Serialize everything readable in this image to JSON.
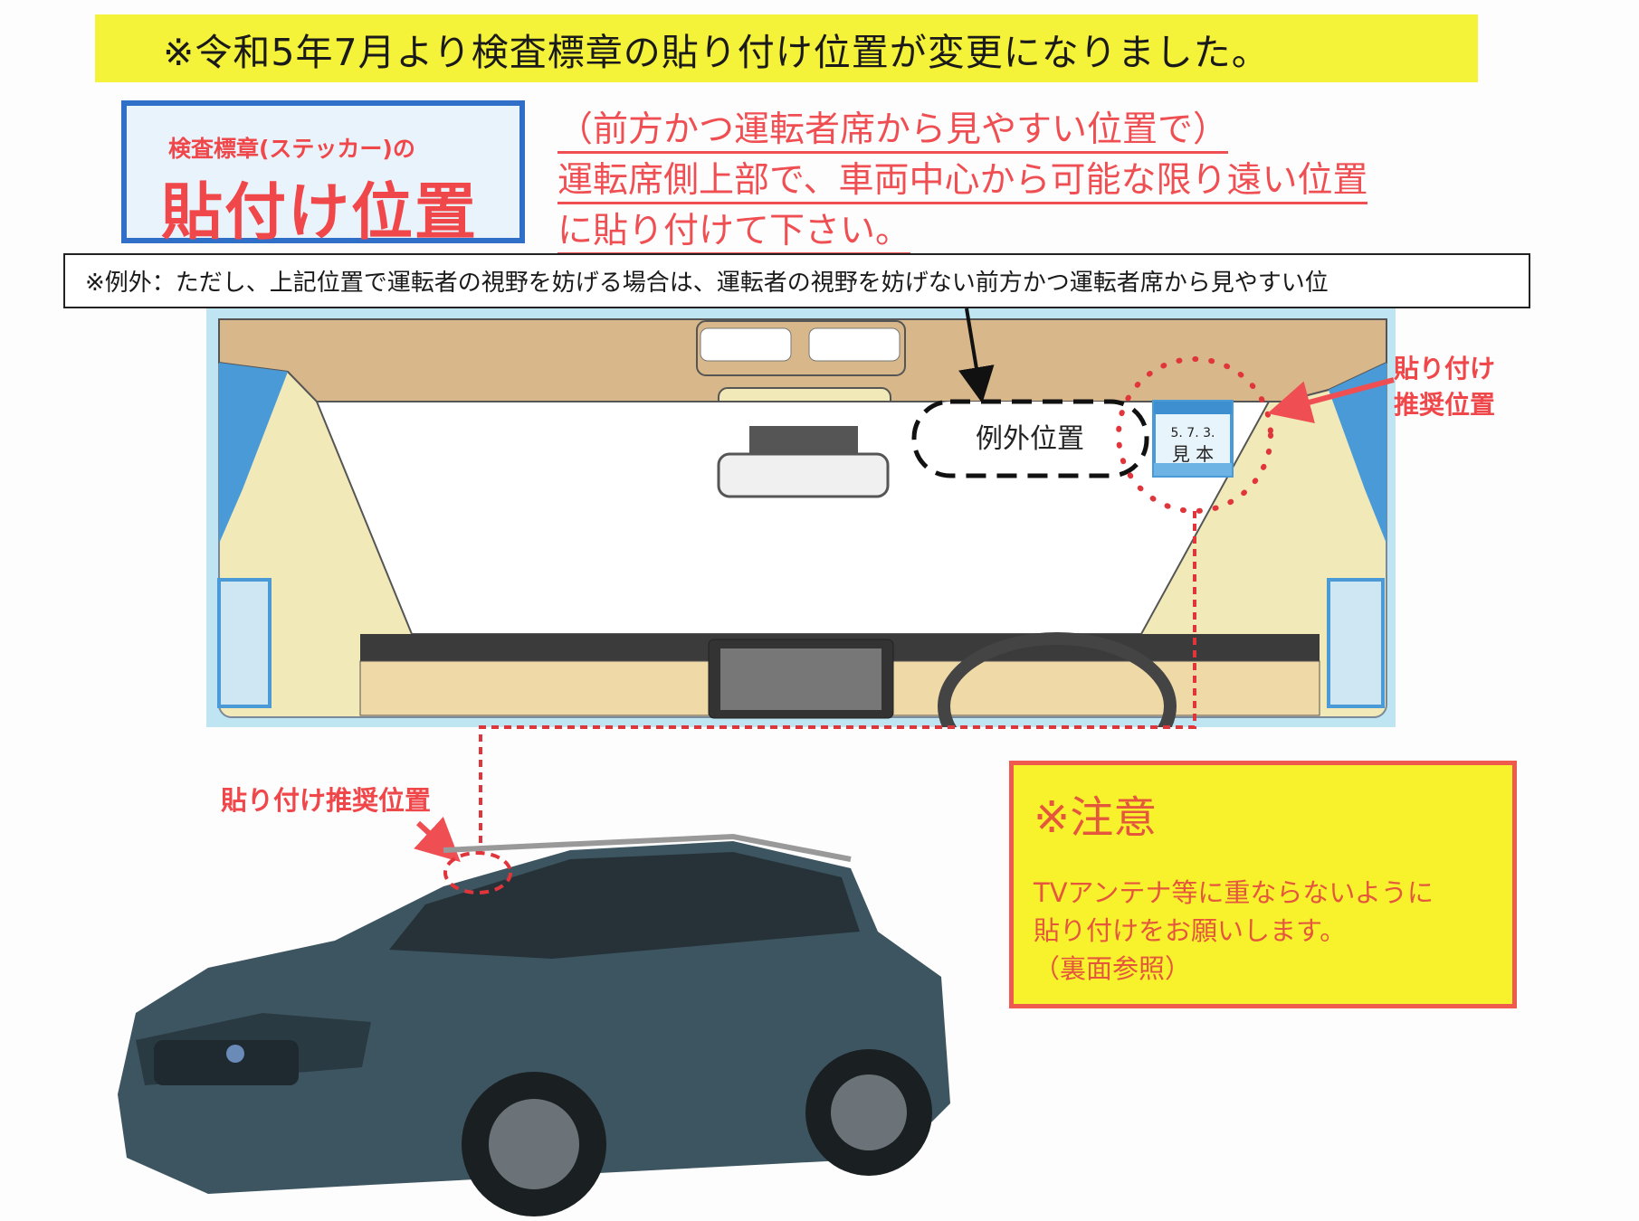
{
  "banner": {
    "text": "※令和5年7月より検査標章の貼り付け位置が変更になりました。"
  },
  "title_box": {
    "subtitle": "検査標章(ステッカー)の",
    "title": "貼付け位置"
  },
  "instructions": {
    "lines": [
      "（前方かつ運転者席から見やすい位置で）",
      "運転席側上部で、車両中心から可能な限り遠い位置",
      "に貼り付けて下さい。"
    ]
  },
  "exception_note": {
    "text": "※例外：ただし、上記位置で運転者の視野を妨げる場合は、運転者の視野を妨げない前方かつ運転者席から見やすい位"
  },
  "windshield": {
    "exception_label": "例外位置",
    "sticker": {
      "date": "5. 7. 3.",
      "sample": "見 本"
    }
  },
  "recommended_label_right": [
    "貼り付け",
    "推奨位置"
  ],
  "recommended_label_left": "貼り付け推奨位置",
  "notice": {
    "heading": "※注意",
    "lines": [
      "TVアンテナ等に重ならないように",
      "貼り付けをお願いします。",
      "（裏面参照）"
    ]
  },
  "colors": {
    "banner": "#f5f23a",
    "accent_red": "#f0474a",
    "title_border": "#2f6fc8",
    "notice_bg": "#f7f22c"
  }
}
